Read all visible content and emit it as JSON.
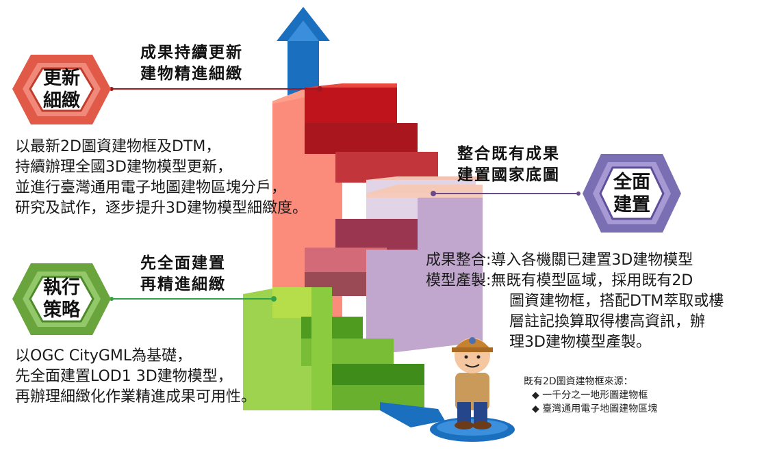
{
  "colors": {
    "top_red": "#e8735f",
    "stair_red_light": "#fb8b7a",
    "stair_red_dark": "#b5191f",
    "middle_purple": "#c1a7cd",
    "stair_green": "#86c441",
    "stair_green_dark": "#4e9b20",
    "arrow_blue": "#1a6fbf",
    "badge_purple": "#7b6fb4",
    "badge_green": "#6aa43c",
    "badge_red": "#e05a47"
  },
  "badges": {
    "update": {
      "line1": "更新",
      "line2": "細緻"
    },
    "strategy": {
      "line1": "執行",
      "line2": "策略"
    },
    "full": {
      "line1": "全面",
      "line2": "建置"
    }
  },
  "sections": {
    "update": {
      "title_line1": "成果持續更新",
      "title_line2": "建物精進細緻",
      "body": [
        "以最新2D圖資建物框及DTM，",
        "持續辦理全國3D建物模型更新，",
        "並進行臺灣通用電子地圖建物區塊分戶，",
        "研究及試作，逐步提升3D建物模型細緻度。"
      ]
    },
    "strategy": {
      "title_line1": "先全面建置",
      "title_line2": "再精進細緻",
      "body": [
        "以OGC CityGML為基礎，",
        "先全面建置LOD1 3D建物模型，",
        "再辦理細緻化作業精進成果可用性。"
      ]
    },
    "full": {
      "title_line1": "整合既有成果",
      "title_line2": "建置國家底圖",
      "body": [
        "成果整合:導入各機關已建置3D建物模型",
        "模型產製:無既有模型區域，採用既有2D",
        "圖資建物框，搭配DTM萃取或樓",
        "層註記換算取得樓高資訊，辦",
        "理3D建物模型產製。"
      ]
    }
  },
  "source_note": {
    "title": "既有2D圖資建物框來源：",
    "items": [
      "◆ 一千分之一地形圖建物框",
      "◆ 臺灣通用電子地圖建物區塊"
    ]
  },
  "icons": {
    "arrow": "up-arrow-icon",
    "mascot": "surveyor-mascot-icon"
  }
}
